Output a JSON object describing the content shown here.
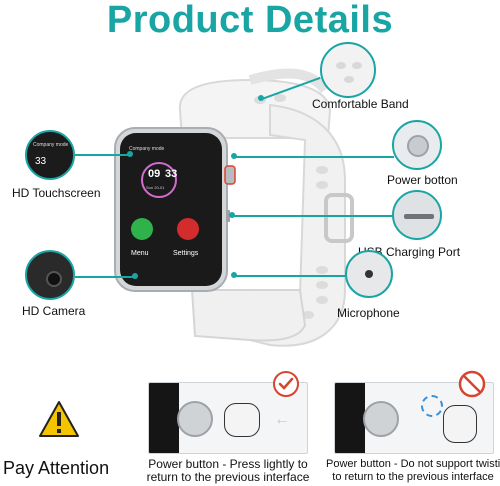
{
  "title": "Product Details",
  "callouts": {
    "band": "Comfortable Band",
    "power": "Power botton",
    "touch": "HD Touchscreen",
    "usb": "USB Charging Port",
    "camera": "HD Camera",
    "mic": "Microphone"
  },
  "watch_screen": {
    "header": "Company mode",
    "time_hh": "09",
    "time_mm": "33",
    "date": "Sun  20-01",
    "menu": "Menu",
    "settings": "Settings",
    "touch_thumb_text": "Company mode",
    "touch_thumb_num": "33"
  },
  "attention": {
    "label": "Pay Attention",
    "caption_left_1": "Power button - Press lightly to",
    "caption_left_2": "return to the previous interface",
    "caption_right_1": "Power button - Do not support twisting",
    "caption_right_2": "to return to the previous interface"
  },
  "colors": {
    "accent": "#1aa5a5",
    "title": "#1aa5a5",
    "warning": "#f4c400",
    "forbid": "#d6452e"
  }
}
